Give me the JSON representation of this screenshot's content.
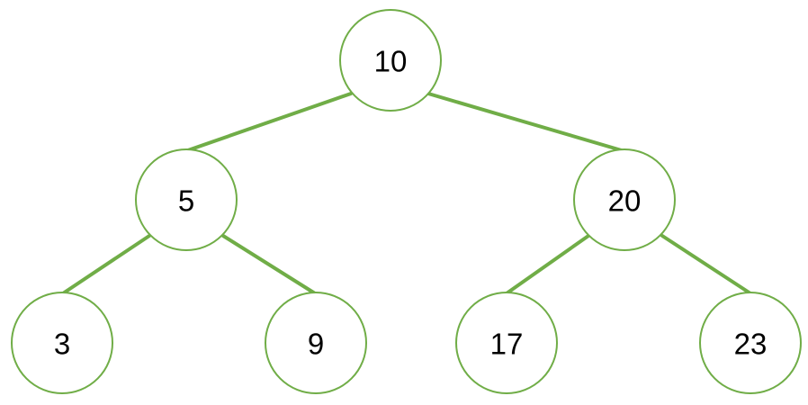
{
  "tree": {
    "colors": {
      "stroke": "#70ad47",
      "node_fill": "#ffffff",
      "text": "#000000"
    },
    "nodes": [
      {
        "id": "n10",
        "label": "10"
      },
      {
        "id": "n5",
        "label": "5"
      },
      {
        "id": "n20",
        "label": "20"
      },
      {
        "id": "n3",
        "label": "3"
      },
      {
        "id": "n9",
        "label": "9"
      },
      {
        "id": "n17",
        "label": "17"
      },
      {
        "id": "n23",
        "label": "23"
      }
    ],
    "edges": [
      {
        "from": "n10",
        "to": "n5"
      },
      {
        "from": "n10",
        "to": "n20"
      },
      {
        "from": "n5",
        "to": "n3"
      },
      {
        "from": "n5",
        "to": "n9"
      },
      {
        "from": "n20",
        "to": "n17"
      },
      {
        "from": "n20",
        "to": "n23"
      }
    ]
  }
}
